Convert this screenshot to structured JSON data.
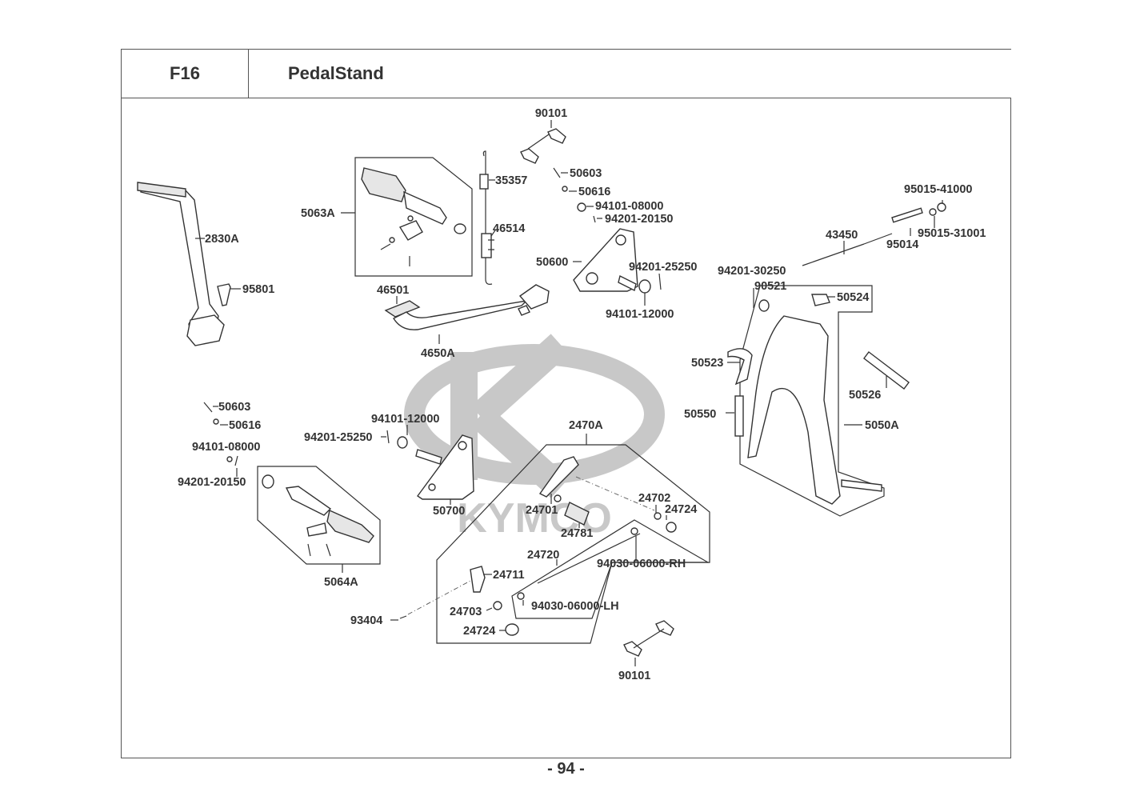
{
  "header": {
    "section_code": "F16",
    "title": "PedalStand"
  },
  "watermark": {
    "brand": "KYMCO",
    "color": "#c8c8c8"
  },
  "parts": [
    {
      "id": "p-90101-top",
      "label": "90101"
    },
    {
      "id": "p-35357",
      "label": "35357"
    },
    {
      "id": "p-50603-top",
      "label": "50603"
    },
    {
      "id": "p-50616-top",
      "label": "50616"
    },
    {
      "id": "p-94101-08000-top",
      "label": "94101-08000"
    },
    {
      "id": "p-94201-20150-top",
      "label": "94201-20150"
    },
    {
      "id": "p-5063A",
      "label": "5063A"
    },
    {
      "id": "p-46514",
      "label": "46514"
    },
    {
      "id": "p-50600",
      "label": "50600"
    },
    {
      "id": "p-94201-25250-top",
      "label": "94201-25250"
    },
    {
      "id": "p-94101-12000-top",
      "label": "94101-12000"
    },
    {
      "id": "p-46501",
      "label": "46501"
    },
    {
      "id": "p-4650A",
      "label": "4650A"
    },
    {
      "id": "p-2830A",
      "label": "2830A"
    },
    {
      "id": "p-95801",
      "label": "95801"
    },
    {
      "id": "p-95015-41000",
      "label": "95015-41000"
    },
    {
      "id": "p-95015-31001",
      "label": "95015-31001"
    },
    {
      "id": "p-43450",
      "label": "43450"
    },
    {
      "id": "p-95014",
      "label": "95014"
    },
    {
      "id": "p-94201-30250",
      "label": "94201-30250"
    },
    {
      "id": "p-90521",
      "label": "90521"
    },
    {
      "id": "p-50524",
      "label": "50524"
    },
    {
      "id": "p-50523",
      "label": "50523"
    },
    {
      "id": "p-50526",
      "label": "50526"
    },
    {
      "id": "p-50550",
      "label": "50550"
    },
    {
      "id": "p-5050A",
      "label": "5050A"
    },
    {
      "id": "p-50603-bot",
      "label": "50603"
    },
    {
      "id": "p-50616-bot",
      "label": "50616"
    },
    {
      "id": "p-94101-08000-bot",
      "label": "94101-08000"
    },
    {
      "id": "p-94201-20150-bot",
      "label": "94201-20150"
    },
    {
      "id": "p-94101-12000-bot",
      "label": "94101-12000"
    },
    {
      "id": "p-94201-25250-bot",
      "label": "94201-25250"
    },
    {
      "id": "p-50700",
      "label": "50700"
    },
    {
      "id": "p-5064A",
      "label": "5064A"
    },
    {
      "id": "p-2470A",
      "label": "2470A"
    },
    {
      "id": "p-24701",
      "label": "24701"
    },
    {
      "id": "p-24781",
      "label": "24781"
    },
    {
      "id": "p-24702",
      "label": "24702"
    },
    {
      "id": "p-24724-top",
      "label": "24724"
    },
    {
      "id": "p-24720",
      "label": "24720"
    },
    {
      "id": "p-94030-06000-RH",
      "label": "94030-06000-RH"
    },
    {
      "id": "p-24711",
      "label": "24711"
    },
    {
      "id": "p-94030-06000-LH",
      "label": "94030-06000-LH"
    },
    {
      "id": "p-24703",
      "label": "24703"
    },
    {
      "id": "p-24724-bot",
      "label": "24724"
    },
    {
      "id": "p-93404",
      "label": "93404"
    },
    {
      "id": "p-90101-bot",
      "label": "90101"
    }
  ],
  "footer": {
    "page_number": "- 94 -"
  }
}
